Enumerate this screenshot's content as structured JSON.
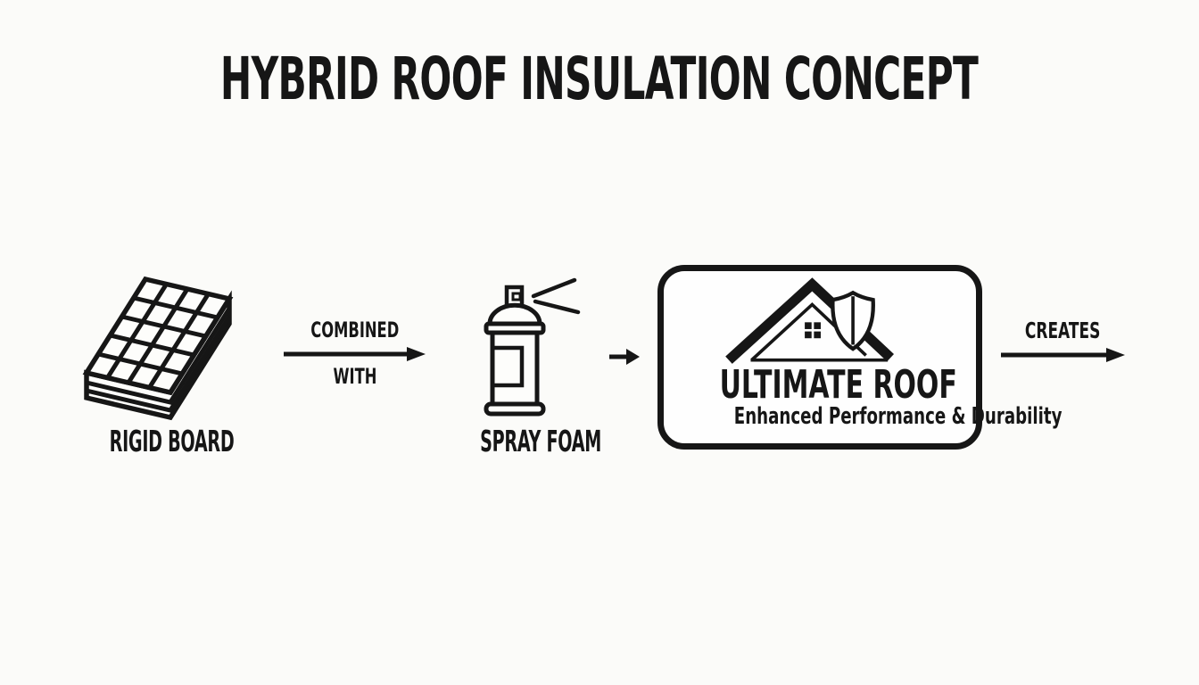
{
  "title": "HYBRID ROOF INSULATION CONCEPT",
  "flow": {
    "rigid_board": {
      "label": "RIGID BOARD",
      "icon": "rigid-board-icon"
    },
    "combine_arrow": {
      "label_top": "COMBINED",
      "label_bottom": "WITH",
      "icon": "arrow-right-icon"
    },
    "spray_foam": {
      "label": "SPRAY FOAM",
      "icon": "spray-can-icon"
    },
    "join_arrow": {
      "icon": "arrow-right-icon"
    },
    "result": {
      "name": "ULTIMATE ROOF",
      "tagline": "Enhanced Performance & Durability",
      "icon": "roof-shield-icon"
    },
    "creates_arrow": {
      "label": "CREATES",
      "icon": "arrow-right-icon"
    }
  },
  "colors": {
    "ink": "#161616",
    "background": "#fbfbf9",
    "box_fill": "#fefefe"
  }
}
